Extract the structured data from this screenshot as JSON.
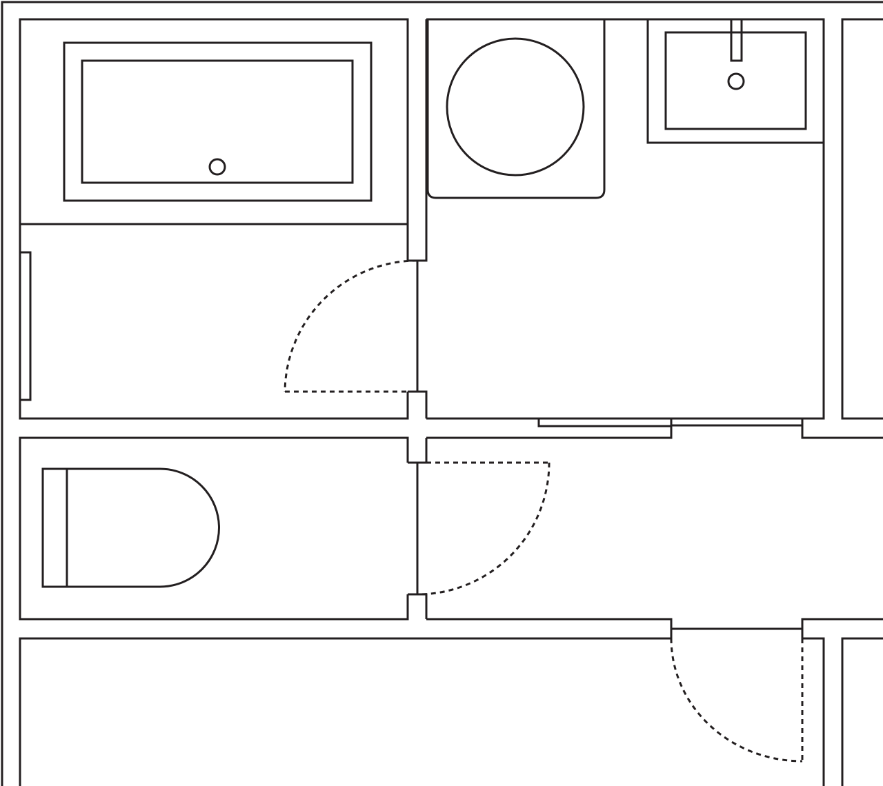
{
  "diagram": {
    "type": "floor-plan",
    "line_color": "#231f20",
    "background": "#ffffff",
    "rooms": [
      "bathroom",
      "utility-room",
      "toilet-room",
      "corridor",
      "lower-room"
    ],
    "fixtures": [
      "bathtub",
      "washing-machine",
      "sink",
      "toilet",
      "radiator"
    ],
    "doors": [
      "bathroom-swing-door",
      "toilet-swing-door",
      "sliding-door",
      "lower-room-swing-door"
    ]
  }
}
